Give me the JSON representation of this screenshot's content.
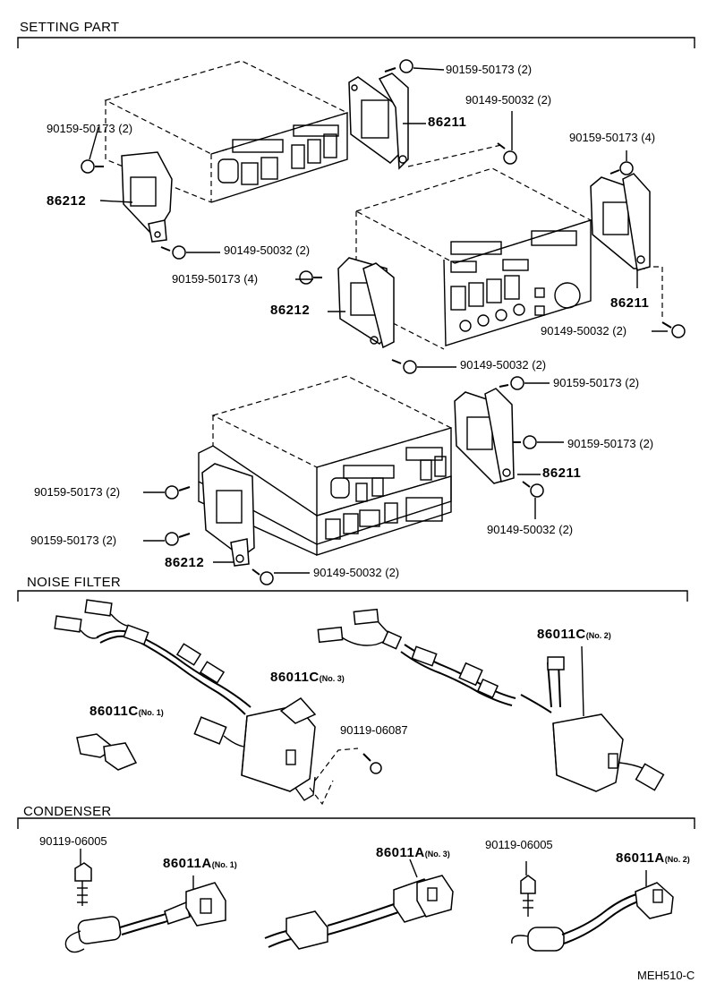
{
  "sections": {
    "setting": "SETTING PART",
    "noise": "NOISE FILTER",
    "condenser": "CONDENSER"
  },
  "parts": {
    "p1": "90159-50173 (2)",
    "p2": "90149-50032 (2)",
    "p3": "86211",
    "p4": "90159-50173 (2)",
    "p5": "86212",
    "p6": "90149-50032 (2)",
    "p7": "90159-50173 (4)",
    "p8": "86212",
    "p9": "90159-50173 (4)",
    "p10": "86211",
    "p11": "90149-50032 (2)",
    "p12": "90149-50032 (2)",
    "p13": "90159-50173 (2)",
    "p14": "90159-50173 (2)",
    "p15": "86211",
    "p16": "90159-50173 (2)",
    "p17": "90149-50032 (2)",
    "p18": "90159-50173 (2)",
    "p19": "86212",
    "p20": "90149-50032 (2)"
  },
  "noise_filter": {
    "c2_main": "86011C",
    "c2_sub": "(No. 2)",
    "c3_main": "86011C",
    "c3_sub": "(No. 3)",
    "c1_main": "86011C",
    "c1_sub": "(No. 1)",
    "screw": "90119-06087"
  },
  "condenser": {
    "screw_left": "90119-06005",
    "a1_main": "86011A",
    "a1_sub": "(No. 1)",
    "a3_main": "86011A",
    "a3_sub": "(No. 3)",
    "screw_right": "90119-06005",
    "a2_main": "86011A",
    "a2_sub": "(No. 2)"
  },
  "code": "MEH510-C"
}
